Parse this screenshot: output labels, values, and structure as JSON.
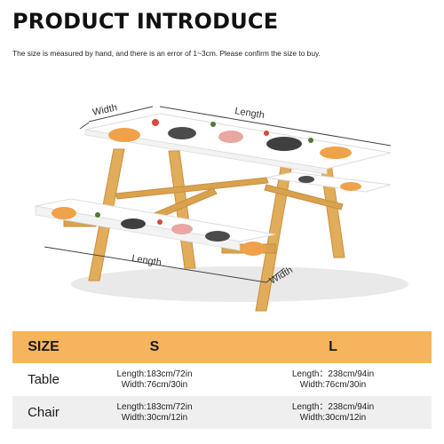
{
  "title": "PRODUCT INTRODUCE",
  "note": "The size is measured by hand, and there is an error of 1~3cm. Please confirm the size to buy.",
  "illustration": {
    "labels": {
      "table_width": "Width",
      "table_length": "Length",
      "bench_length": "Length",
      "bench_width": "Width"
    }
  },
  "size_table": {
    "header": {
      "size": "SIZE",
      "s": "S",
      "l": "L"
    },
    "rows": [
      {
        "label": "Table",
        "s_line1": "Length:183cm/72in",
        "s_line2": "Width:76cm/30in",
        "l_line1": "Length：238cm/94in",
        "l_line2": "Width:76cm/30in"
      },
      {
        "label": "Chair",
        "s_line1": "Length:183cm/72in",
        "s_line2": "Width:30cm/12in",
        "l_line1": "Length：238cm/94in",
        "l_line2": "Width:30cm/12in"
      }
    ]
  },
  "colors": {
    "header_bg": "#f7b45e",
    "wood": "#e3b25f",
    "row_alt": "#efefef"
  }
}
